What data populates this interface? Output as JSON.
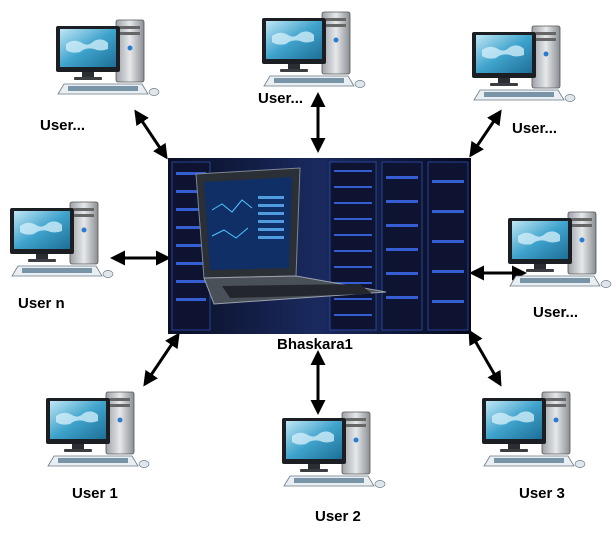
{
  "server": {
    "label": "Bhaskara1",
    "icon": "server-rack-icon"
  },
  "users": [
    {
      "id": "top-left",
      "label": "User..."
    },
    {
      "id": "top-center",
      "label": "User..."
    },
    {
      "id": "top-right",
      "label": "User..."
    },
    {
      "id": "middle-left",
      "label": "User n"
    },
    {
      "id": "middle-right",
      "label": "User..."
    },
    {
      "id": "bottom-left",
      "label": "User 1"
    },
    {
      "id": "bottom-center",
      "label": "User 2"
    },
    {
      "id": "bottom-right",
      "label": "User 3"
    }
  ],
  "colors": {
    "monitor_screen": "#2a8fb8",
    "server_glow": "#3a5fd8",
    "arrow": "#000000"
  }
}
